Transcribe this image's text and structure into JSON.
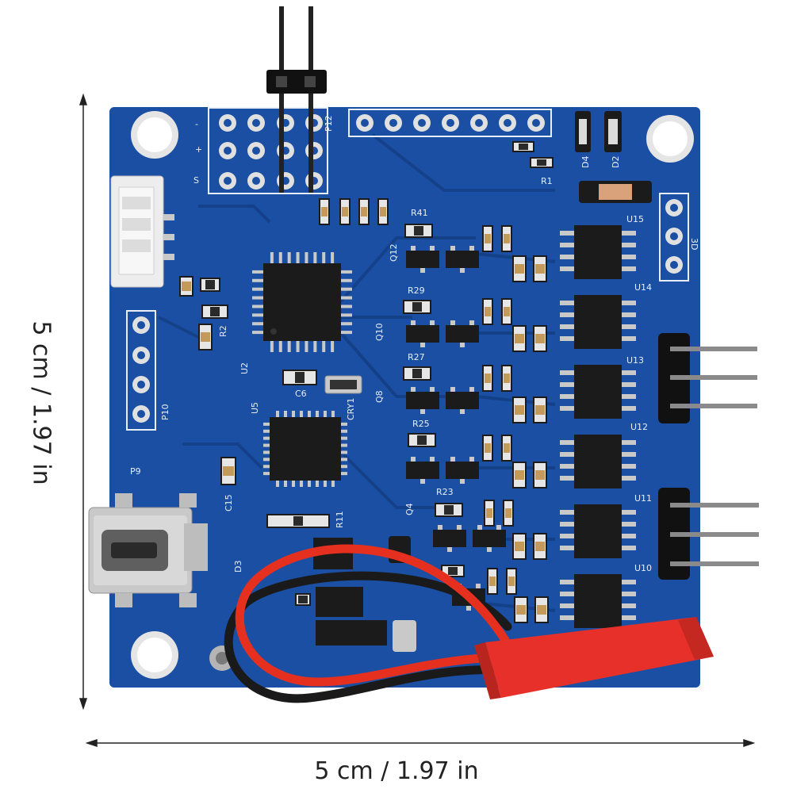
{
  "dimensions": {
    "horizontal": "5 cm / 1.97 in",
    "vertical": "5 cm / 1.97 in"
  },
  "colors": {
    "board": "#1a4fa3",
    "board_dark": "#143f86",
    "silkscreen": "#e8eef8",
    "pad": "#d8d8d8",
    "chip": "#1b1b1b",
    "wire_red": "#e53020",
    "wire_black": "#1a1a1a",
    "connector_red": "#e8302a"
  },
  "silkscreen": {
    "header_p12": "P12",
    "header_p10": "P10",
    "header_p9": "P9",
    "header_3d": "3D",
    "signal_s": "S",
    "plus": "+",
    "minus": "-",
    "u2": "U2",
    "u5": "U5",
    "u10": "U10",
    "u11": "U11",
    "u12": "U12",
    "u13": "U13",
    "u14": "U14",
    "u15": "U15",
    "crystal": "CRY1",
    "d2": "D2",
    "d3": "D3",
    "d4": "D4",
    "c15": "C15",
    "c6": "C6",
    "r1": "R1",
    "r2": "R2",
    "r11": "R11",
    "r23": "R23",
    "r25": "R25",
    "r27": "R27",
    "r29": "R29",
    "r41": "R41",
    "q4": "Q4",
    "q8": "Q8",
    "q10": "Q10",
    "q12": "Q12"
  }
}
